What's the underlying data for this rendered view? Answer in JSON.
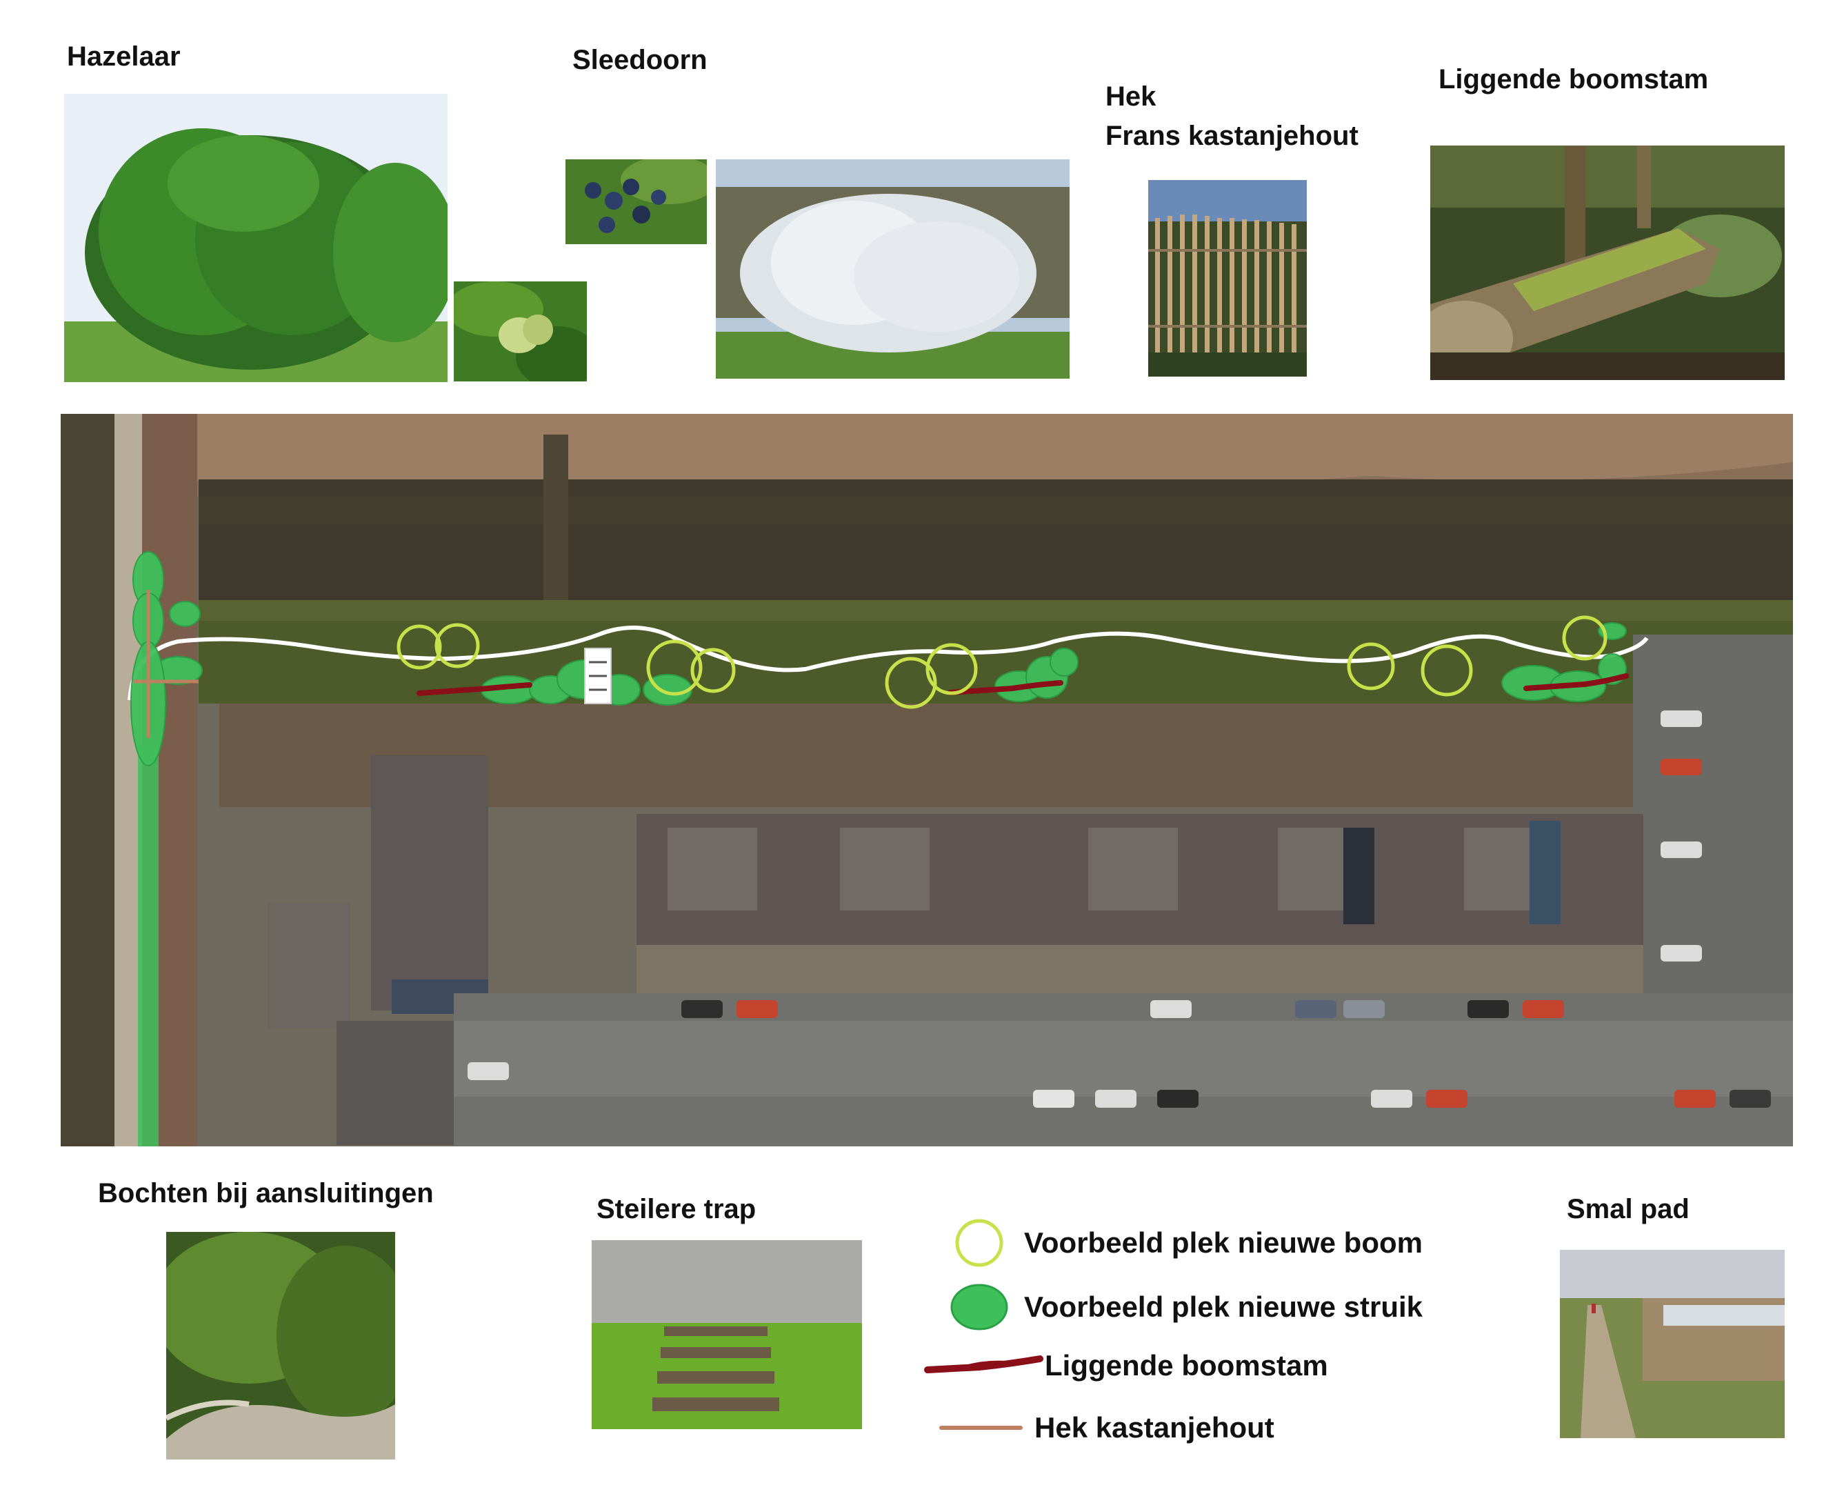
{
  "top_labels": {
    "hazelaar": "Hazelaar",
    "sleedoorn": "Sleedoorn",
    "hek_line1": "Hek",
    "hek_line2": "Frans kastanjehout",
    "boomstam": "Liggende boomstam"
  },
  "bottom_labels": {
    "bochten": "Bochten bij aansluitingen",
    "trap": "Steilere trap",
    "smal_pad": "Smal pad"
  },
  "legend": {
    "items": [
      {
        "label": "Voorbeeld plek nieuwe boom",
        "icon": "yellow-green-ring"
      },
      {
        "label": "Voorbeeld plek nieuwe struik",
        "icon": "green-filled-ellipse"
      },
      {
        "label": "Liggende boomstam",
        "icon": "dark-red-log-stroke"
      },
      {
        "label": "Hek kastanjehout",
        "icon": "brown-fence-line"
      }
    ]
  },
  "colors": {
    "tree_ring": "#c8e04a",
    "shrub": "#3fbf5a",
    "log": "#8a0f18",
    "fence": "#c08060",
    "path": "#ffffff",
    "water": "#3f3a2c",
    "reeds": "#8a6f58",
    "grass_strip": "#4d5a2a"
  }
}
